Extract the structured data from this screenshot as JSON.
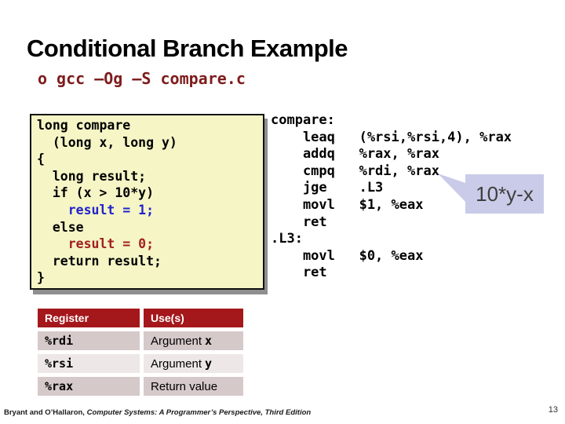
{
  "slide": {
    "title": "Conditional Branch Example",
    "bullet": {
      "marker": "o",
      "command": "gcc –Og –S compare.c"
    },
    "page_number": "13",
    "footer": {
      "authors": "Bryant and O’Hallaron, ",
      "book": "Computer Systems: A Programmer’s Perspective, Third Edition"
    }
  },
  "c_code": {
    "lines": [
      {
        "text": "long compare",
        "style": "plain"
      },
      {
        "text": "  (long x, long y)",
        "style": "plain"
      },
      {
        "text": "{",
        "style": "plain"
      },
      {
        "text": "  long result;",
        "style": "plain"
      },
      {
        "text": "  if (x > 10*y)",
        "style": "plain"
      },
      {
        "text": "    result = 1;",
        "style": "blue"
      },
      {
        "text": "  else",
        "style": "plain"
      },
      {
        "text": "    result = 0;",
        "style": "red"
      },
      {
        "text": "  return result;",
        "style": "plain"
      },
      {
        "text": "}",
        "style": "plain"
      }
    ]
  },
  "assembly": {
    "lines": [
      "compare:",
      "    leaq   (%rsi,%rsi,4), %rax",
      "    addq   %rax, %rax",
      "    cmpq   %rdi, %rax",
      "    jge    .L3",
      "    movl   $1, %eax",
      "    ret",
      ".L3:",
      "    movl   $0, %eax",
      "    ret"
    ]
  },
  "callout": {
    "label": "10*y-x"
  },
  "table": {
    "headers": [
      "Register",
      "Use(s)"
    ],
    "rows": [
      {
        "register": "%rdi",
        "use_text": "Argument",
        "use_var": "x"
      },
      {
        "register": "%rsi",
        "use_text": "Argument",
        "use_var": "y"
      },
      {
        "register": "%rax",
        "use_text": "Return value",
        "use_var": ""
      }
    ]
  },
  "colors": {
    "command_red": "#7e1c1c",
    "code_box_bg": "#f5f5c6",
    "code_blue": "#2222cc",
    "code_red": "#a31f1f",
    "callout_bg": "#c9cbe8",
    "table_header_bg": "#a4171b",
    "table_row_dark": "#d6c9c9",
    "table_row_light": "#ede7e7"
  }
}
